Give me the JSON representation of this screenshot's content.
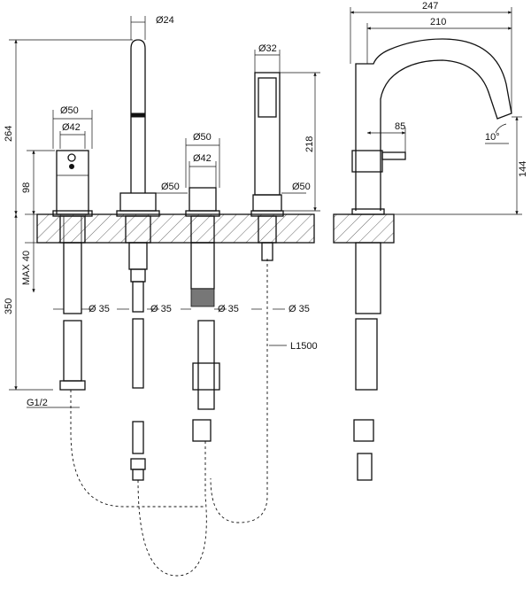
{
  "dimensions": {
    "height_total": "264",
    "height_body": "98",
    "height_deck_max": "MAX 40",
    "height_below": "350",
    "thread": "G1/2",
    "spout_tube_diameter": "Ø24",
    "mixer_body_diameter": "Ø50",
    "mixer_inner_diameter": "Ø42",
    "spout_base_diameter": "Ø50",
    "valve_diameter": "Ø50",
    "valve_inner_diameter": "Ø42",
    "shower_diameter": "Ø32",
    "shower_holder_diameter": "Ø50",
    "shower_height": "218",
    "hole_1": "Ø 35",
    "hole_2": "Ø 35",
    "hole_3": "Ø 35",
    "hole_4": "Ø 35",
    "hose_length": "L1500",
    "side_reach": "247",
    "side_spout_reach": "210",
    "side_lever": "85",
    "side_angle": "10°",
    "side_height": "144"
  }
}
